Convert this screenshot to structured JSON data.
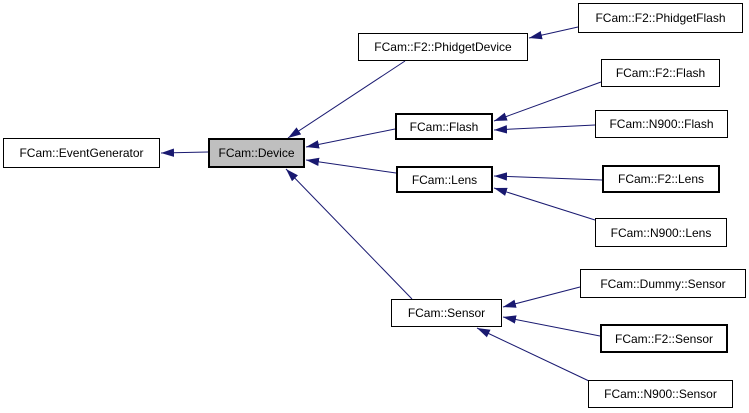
{
  "diagram": {
    "kind": "class-inheritance-graph",
    "colors": {
      "edge": "#191970",
      "node_fill": "#ffffff",
      "node_border": "#000000",
      "selected_node_fill": "#bfbfbf",
      "background": "#ffffff"
    },
    "nodes": {
      "event_generator": {
        "label": "FCam::EventGenerator"
      },
      "device": {
        "label": "FCam::Device",
        "selected": true
      },
      "phidget_device": {
        "label": "FCam::F2::PhidgetDevice"
      },
      "phidget_flash": {
        "label": "FCam::F2::PhidgetFlash"
      },
      "flash": {
        "label": "FCam::Flash"
      },
      "f2_flash": {
        "label": "FCam::F2::Flash"
      },
      "n900_flash": {
        "label": "FCam::N900::Flash"
      },
      "lens": {
        "label": "FCam::Lens"
      },
      "f2_lens": {
        "label": "FCam::F2::Lens"
      },
      "n900_lens": {
        "label": "FCam::N900::Lens"
      },
      "sensor": {
        "label": "FCam::Sensor"
      },
      "dummy_sensor": {
        "label": "FCam::Dummy::Sensor"
      },
      "f2_sensor": {
        "label": "FCam::F2::Sensor"
      },
      "n900_sensor": {
        "label": "FCam::N900::Sensor"
      }
    },
    "edges": [
      {
        "derived": "FCam::Device",
        "base": "FCam::EventGenerator",
        "type": "public-inheritance"
      },
      {
        "derived": "FCam::F2::PhidgetDevice",
        "base": "FCam::Device",
        "type": "public-inheritance"
      },
      {
        "derived": "FCam::Flash",
        "base": "FCam::Device",
        "type": "public-inheritance"
      },
      {
        "derived": "FCam::Lens",
        "base": "FCam::Device",
        "type": "public-inheritance"
      },
      {
        "derived": "FCam::Sensor",
        "base": "FCam::Device",
        "type": "public-inheritance"
      },
      {
        "derived": "FCam::F2::PhidgetFlash",
        "base": "FCam::F2::PhidgetDevice",
        "type": "public-inheritance"
      },
      {
        "derived": "FCam::F2::Flash",
        "base": "FCam::Flash",
        "type": "public-inheritance"
      },
      {
        "derived": "FCam::N900::Flash",
        "base": "FCam::Flash",
        "type": "public-inheritance"
      },
      {
        "derived": "FCam::F2::Lens",
        "base": "FCam::Lens",
        "type": "public-inheritance"
      },
      {
        "derived": "FCam::N900::Lens",
        "base": "FCam::Lens",
        "type": "public-inheritance"
      },
      {
        "derived": "FCam::Dummy::Sensor",
        "base": "FCam::Sensor",
        "type": "public-inheritance"
      },
      {
        "derived": "FCam::F2::Sensor",
        "base": "FCam::Sensor",
        "type": "public-inheritance"
      },
      {
        "derived": "FCam::N900::Sensor",
        "base": "FCam::Sensor",
        "type": "public-inheritance"
      }
    ]
  }
}
